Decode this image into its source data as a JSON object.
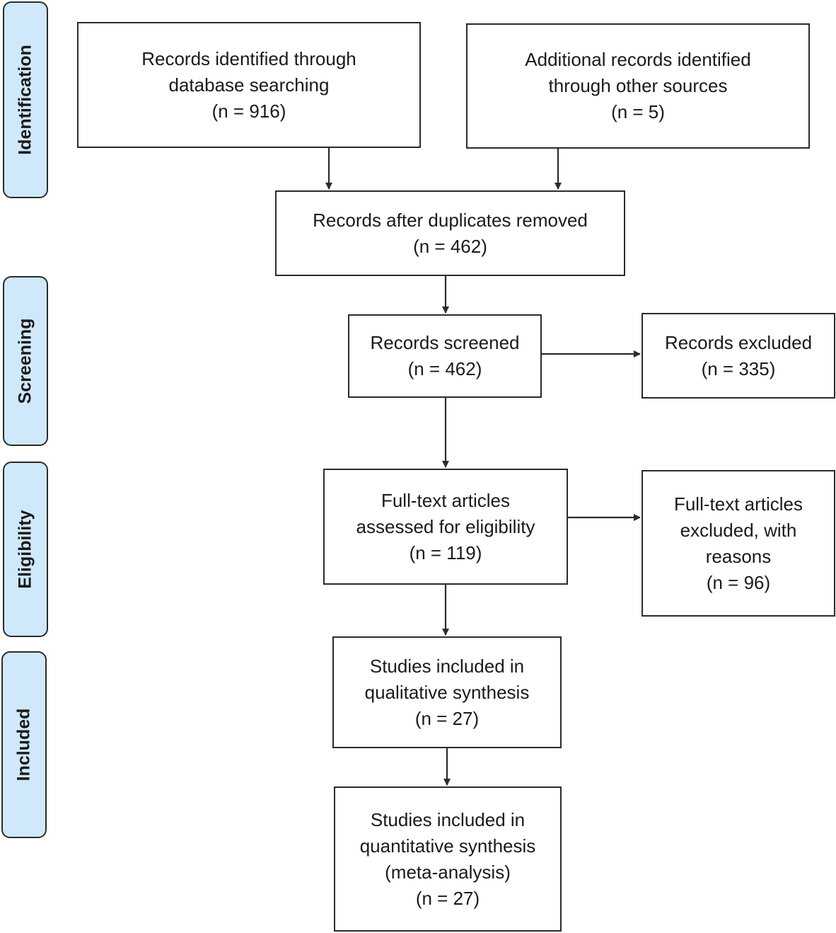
{
  "stages": {
    "identification": "Identification",
    "screening": "Screening",
    "eligibility": "Eligibility",
    "included": "Included"
  },
  "boxes": {
    "database_search": {
      "lines": [
        "Records identified through",
        "database searching",
        "(n = 916)"
      ]
    },
    "other_sources": {
      "lines": [
        "Additional records identified",
        "through other sources",
        "(n = 5)"
      ]
    },
    "duplicates_removed": {
      "lines": [
        "Records after duplicates removed",
        "(n = 462)"
      ]
    },
    "screened": {
      "lines": [
        "Records screened",
        "(n = 462)"
      ]
    },
    "excluded": {
      "lines": [
        "Records excluded",
        "(n = 335)"
      ]
    },
    "full_text_assessed": {
      "lines": [
        "Full-text articles",
        "assessed for eligibility",
        "(n = 119)"
      ]
    },
    "full_text_excluded": {
      "lines": [
        "Full-text articles",
        "excluded, with",
        "reasons",
        "(n = 96)"
      ]
    },
    "qualitative": {
      "lines": [
        "Studies included in",
        "qualitative synthesis",
        "(n = 27)"
      ]
    },
    "quantitative": {
      "lines": [
        "Studies included in",
        "quantitative synthesis",
        "(meta-analysis)",
        "(n = 27)"
      ]
    }
  },
  "colors": {
    "stage_fill": "#cfe9fb",
    "stroke": "#2b2b2b"
  }
}
